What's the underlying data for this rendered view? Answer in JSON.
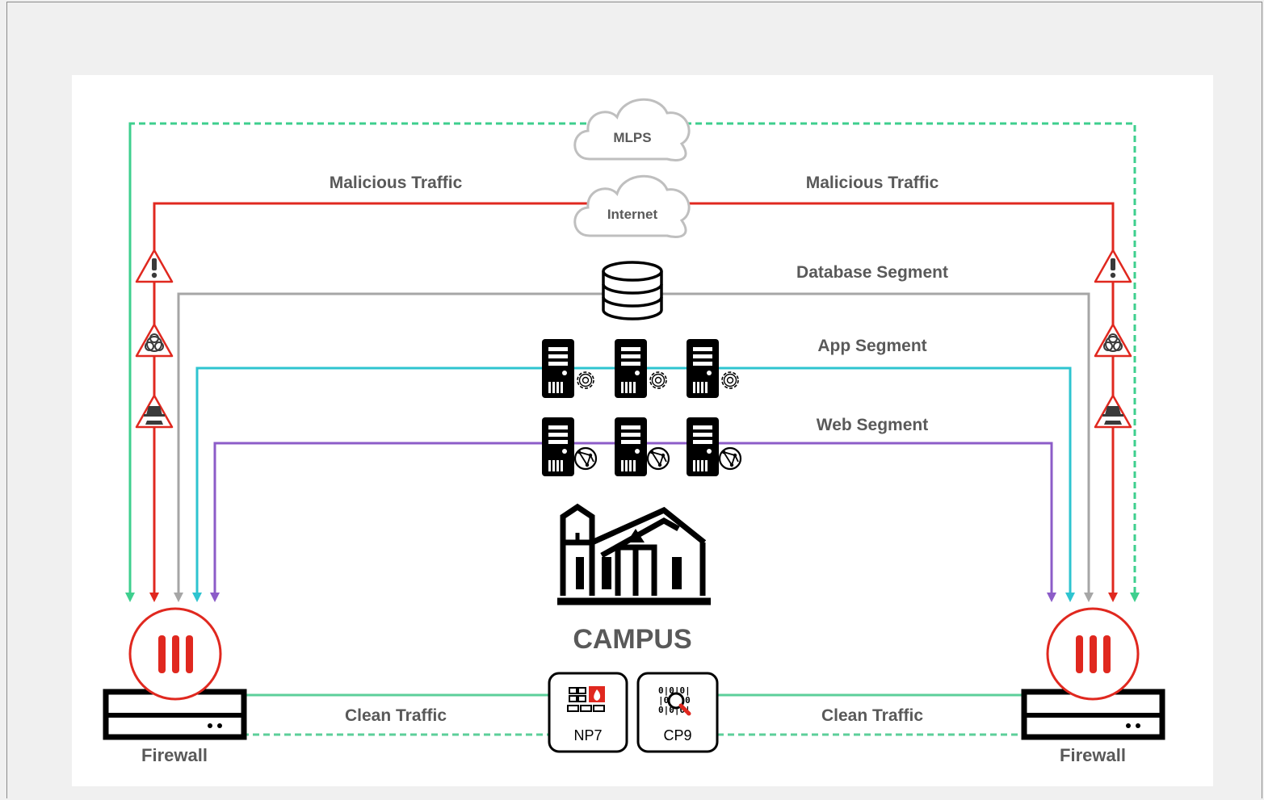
{
  "labels": {
    "mlps": "MLPS",
    "internet": "Internet",
    "malicious_left": "Malicious Traffic",
    "malicious_right": "Malicious Traffic",
    "database_segment": "Database Segment",
    "app_segment": "App Segment",
    "web_segment": "Web Segment",
    "campus": "CAMPUS",
    "clean_left": "Clean Traffic",
    "clean_right": "Clean Traffic",
    "firewall_left": "Firewall",
    "firewall_right": "Firewall",
    "np7": "NP7",
    "cp9": "CP9"
  },
  "colors": {
    "mlps_link": "#3ecf8e",
    "malicious": "#e0281f",
    "database": "#a6a6a6",
    "app": "#2ec4d0",
    "web": "#8c5cc8",
    "clean": "#5ccf9a",
    "label_text": "#595959",
    "background": "#f0f0f0",
    "panel": "#ffffff"
  },
  "icons": {
    "threat_warning": "warning-icon",
    "threat_biohazard": "biohazard-icon",
    "threat_spy": "spy-icon",
    "database": "database-icon",
    "app_server": "app-server-icon",
    "web_server": "web-server-icon",
    "campus": "campus-building-icon",
    "firewall": "firewall-icon",
    "np7": "np7-chip-icon",
    "cp9": "cp9-chip-icon"
  }
}
